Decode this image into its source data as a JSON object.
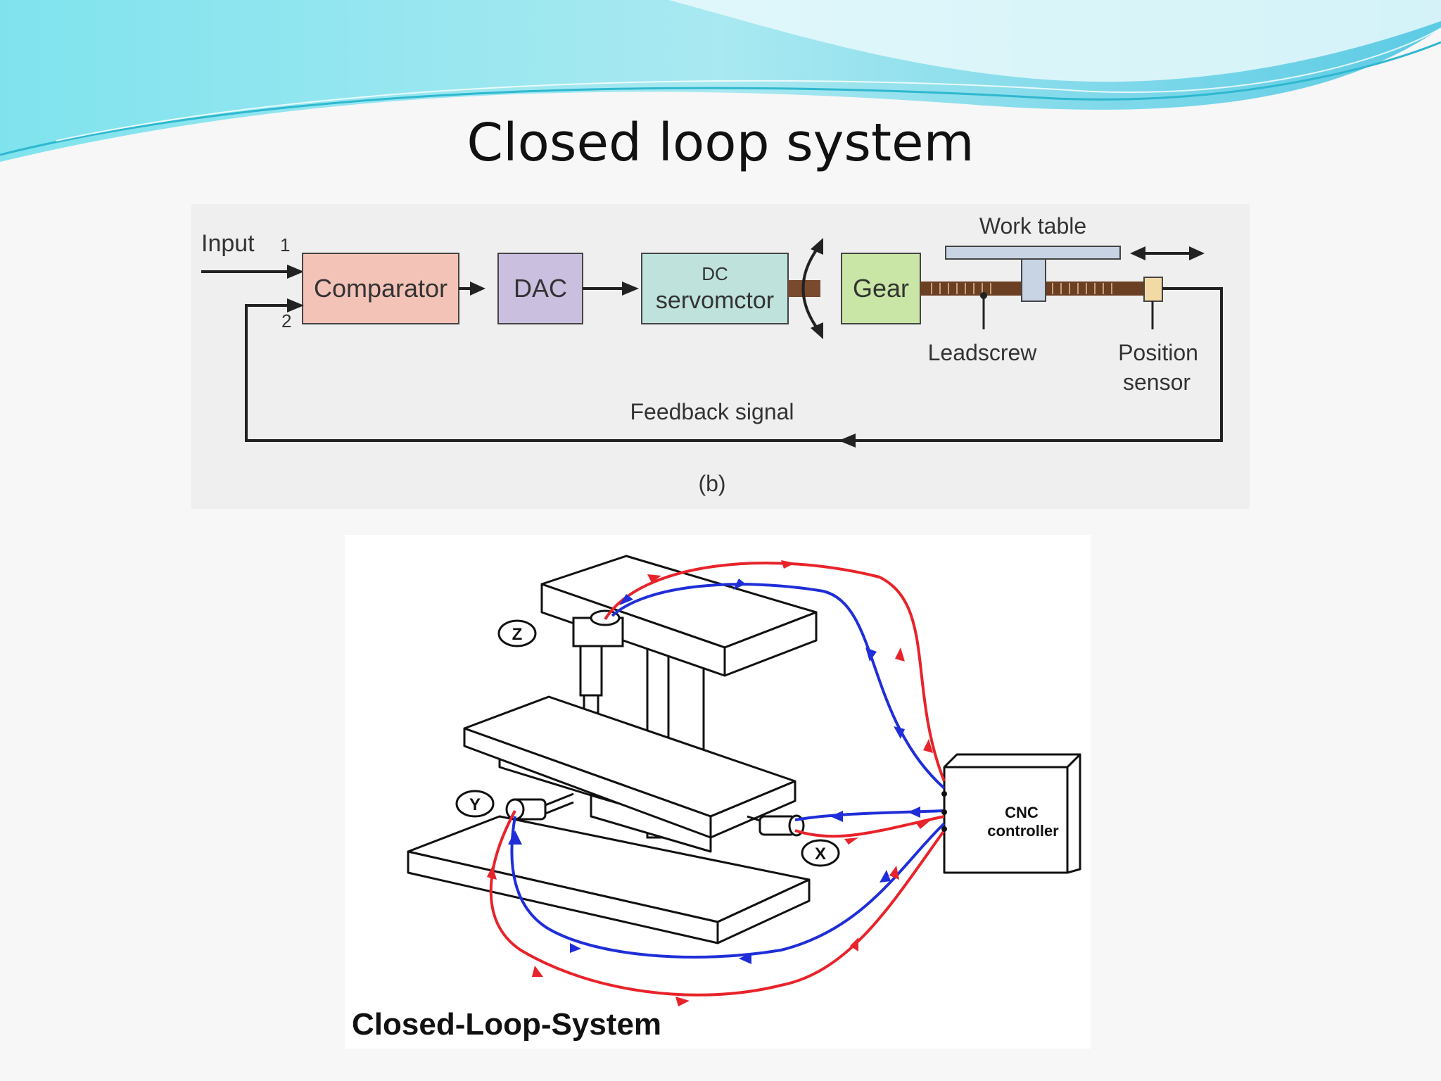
{
  "slide": {
    "title": "Closed loop system",
    "accent_color": "#5fd6e6"
  },
  "block_diagram": {
    "input_label": "Input",
    "input_1": "1",
    "input_2": "2",
    "comparator": "Comparator",
    "dac": "DAC",
    "servo_line1": "DC",
    "servo_line2": "servomctor",
    "gear": "Gear",
    "work_table": "Work table",
    "leadscrew": "Leadscrew",
    "position_sensor_line1": "Position",
    "position_sensor_line2": "sensor",
    "feedback": "Feedback signal",
    "caption": "(b)",
    "colors": {
      "comparator": "#f4c3b8",
      "dac": "#cbbfe0",
      "servo": "#bfe3dc",
      "gear": "#c9e6a6",
      "table": "#c8d4e3",
      "sensor": "#f3d9a4"
    }
  },
  "machine_diagram": {
    "axis_z": "Z",
    "axis_y": "Y",
    "axis_x": "X",
    "controller_line1": "CNC",
    "controller_line2": "controller",
    "caption": "Closed-Loop-System",
    "command_color": "#e8232a",
    "feedback_color": "#1f2ed8"
  }
}
